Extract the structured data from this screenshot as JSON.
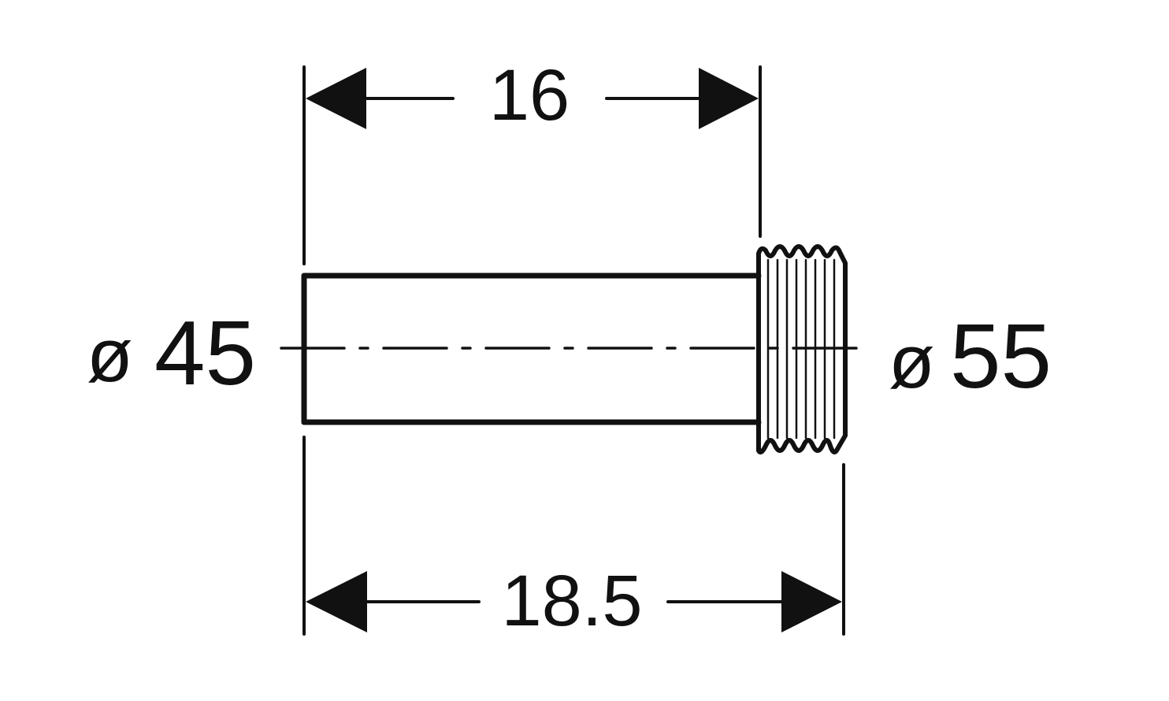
{
  "drawing": {
    "top_dimension": "16",
    "bottom_dimension": "18.5",
    "left_diameter_symbol": "ø",
    "left_diameter_value": "45",
    "right_diameter_symbol": "ø",
    "right_diameter_value": "55"
  },
  "colors": {
    "ink": "#111111",
    "background": "#ffffff"
  }
}
